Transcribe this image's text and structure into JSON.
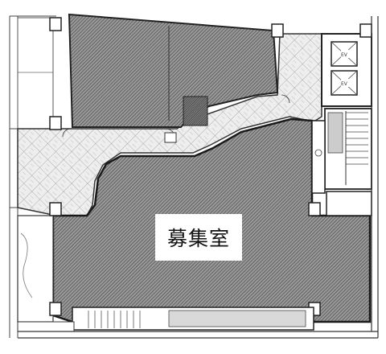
{
  "floor_plan": {
    "vacancy_label": "募集室",
    "colors": {
      "wall": "#2a2a2a",
      "hatch": "#3a3a3a",
      "office_fill": "#8c8c8c",
      "corridor_fill": "#e6e6e6",
      "paper": "#ffffff"
    },
    "icons": [
      "elevator-icon",
      "stair-icon",
      "toilet-icon"
    ],
    "elevator_marks": [
      "EV",
      "EV"
    ]
  }
}
